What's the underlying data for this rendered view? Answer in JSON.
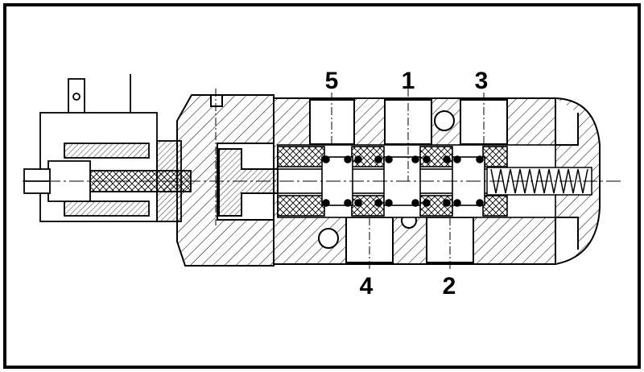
{
  "diagram": {
    "port_labels": {
      "port_5": "5",
      "port_1": "1",
      "port_3": "3",
      "port_4": "4",
      "port_2": "2"
    }
  },
  "colors": {
    "line": "#000000",
    "background": "#ffffff"
  }
}
